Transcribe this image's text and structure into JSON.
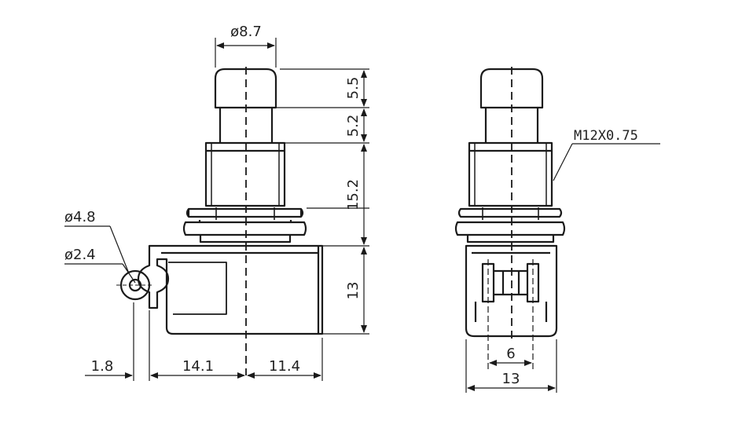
{
  "dimensions": {
    "cap_diameter": "ø8.7",
    "cap_height": "5.5",
    "stem_height": "5.2",
    "bushing_height": "15.2",
    "body_height": "13",
    "lug_outer_diameter": "ø4.8",
    "lug_inner_diameter": "ø2.4",
    "lug_offset": "1.8",
    "body_left_width": "14.1",
    "body_right_width": "11.4",
    "thread_spec": "M12X0.75",
    "terminal_spacing": "6",
    "body_width": "13"
  },
  "colors": {
    "line": "#1a1a1a",
    "text": "#222222",
    "background": "#ffffff"
  }
}
